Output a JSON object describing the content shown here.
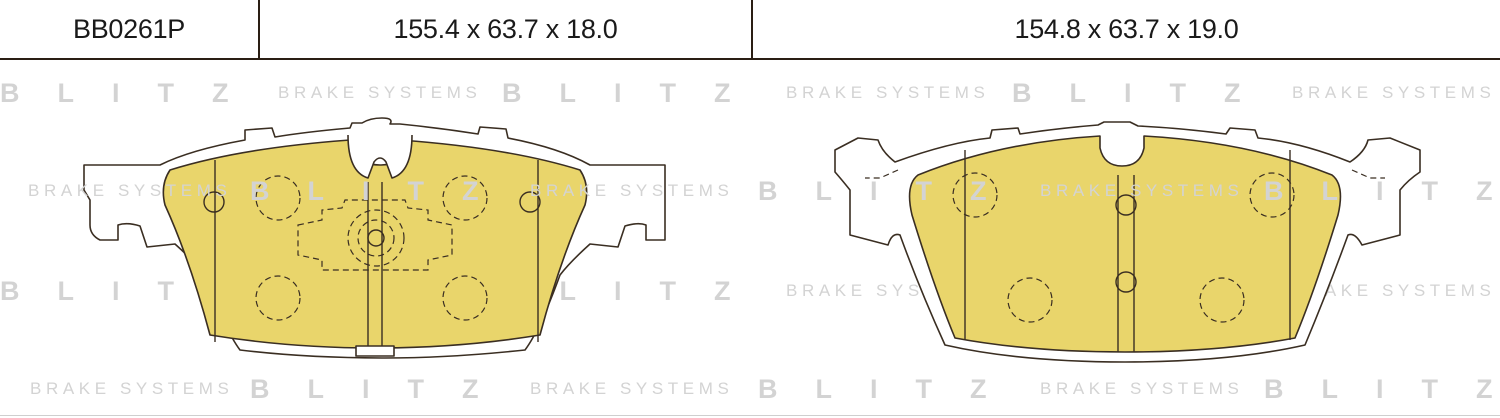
{
  "header": {
    "code": "BB0261P",
    "dimension_1": "155.4 x 63.7 x 18.0",
    "dimension_2": "154.8 x 63.7 x 19.0"
  },
  "watermark": {
    "brand": "BLITZ",
    "tagline": "BRAKE SYSTEMS"
  },
  "colors": {
    "pad_fill": "#e9d56b",
    "backing_plate": "#ffffff",
    "outline": "#3a2e22",
    "rule_line": "#2a1e14",
    "watermark": "#d3d3d3"
  }
}
